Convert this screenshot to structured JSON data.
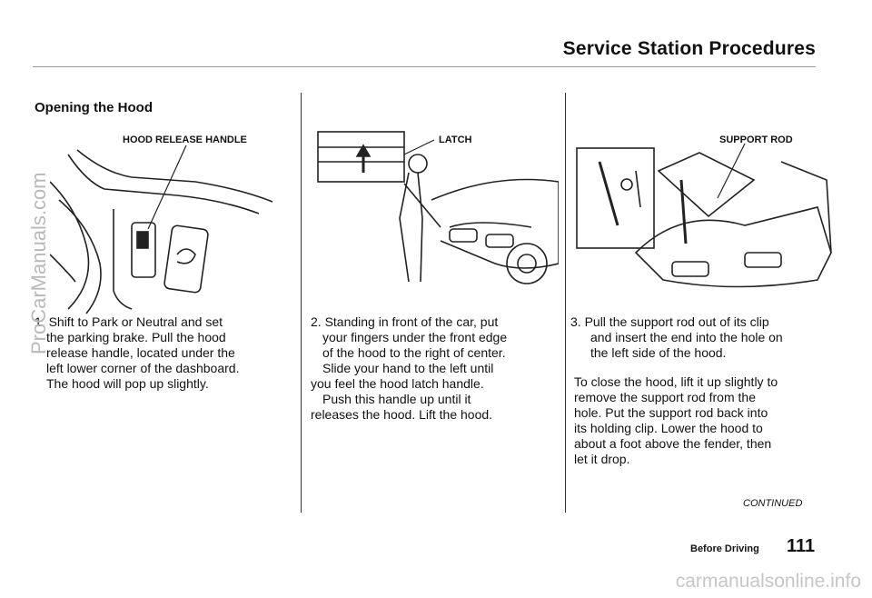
{
  "header": {
    "title": "Service Station Procedures"
  },
  "section": {
    "title": "Opening the Hood"
  },
  "figures": {
    "fig1": {
      "label": "HOOD RELEASE HANDLE"
    },
    "fig2": {
      "label": "LATCH"
    },
    "fig3": {
      "label": "SUPPORT ROD"
    }
  },
  "steps": {
    "step1": [
      "1. Shift to Park or Neutral and set",
      "the parking brake. Pull the hood",
      "release handle, located under the",
      "left lower corner of the dashboard.",
      "The hood will pop up slightly."
    ],
    "step2": [
      "2. Standing in front of the car, put",
      "your fingers under the front edge",
      "of the hood to the right of center.",
      "Slide your hand to the left until",
      "you feel the hood latch handle.",
      "Push this handle up until it",
      "releases the hood. Lift the hood."
    ],
    "step3": [
      "3. Pull the support rod out of its clip",
      "and insert the end into the hole on",
      "the left side of the hood."
    ],
    "closing": [
      "To close the hood, lift it up slightly to",
      "remove the support rod from the",
      "hole. Put the support rod back into",
      "its holding clip. Lower the hood to",
      "about a foot above the fender, then",
      "let it drop."
    ]
  },
  "continued": "CONTINUED",
  "footer": {
    "section_label": "Before Driving",
    "page_number": "111"
  },
  "watermarks": {
    "left": "ProCarManuals.com",
    "bottom": "carmanualsonline.info"
  }
}
